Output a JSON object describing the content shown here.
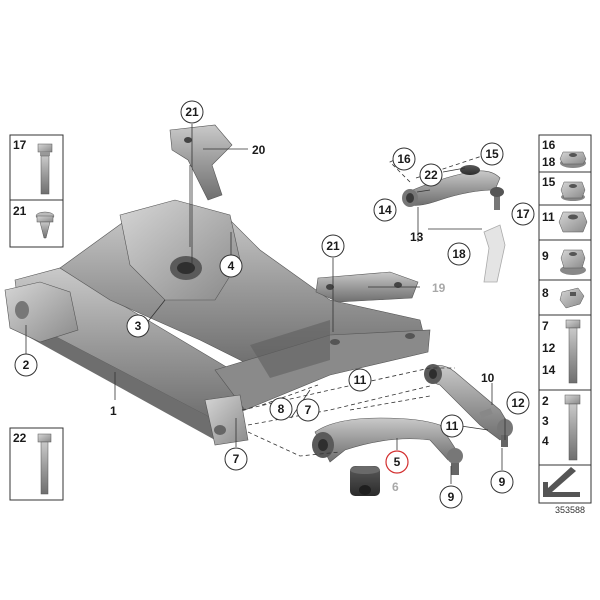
{
  "diagram_id": "353588",
  "highlight_color": "#d32f2f",
  "callouts": {
    "c21_top": "21",
    "c20": "20",
    "c16": "16",
    "c15": "15",
    "c22": "22",
    "c14": "14",
    "c13": "13",
    "c17": "17",
    "c18": "18",
    "c4": "4",
    "c21_mid": "21",
    "c19": "19",
    "c3": "3",
    "c2": "2",
    "c1": "1",
    "c11_a": "11",
    "c10": "10",
    "c8": "8",
    "c7_a": "7",
    "c12": "12",
    "c11_b": "11",
    "c7_b": "7",
    "c5": "5",
    "c6": "6",
    "c9_a": "9",
    "c9_b": "9"
  },
  "left_panel": {
    "box1_label": "17",
    "box2_label": "21",
    "box3_label": "22"
  },
  "right_panel": {
    "r1_a": "16",
    "r1_b": "18",
    "r2": "15",
    "r3": "11",
    "r4": "9",
    "r5": "8",
    "r6_a": "7",
    "r6_b": "12",
    "r6_c": "14",
    "r7_a": "2",
    "r7_b": "3",
    "r7_c": "4"
  }
}
